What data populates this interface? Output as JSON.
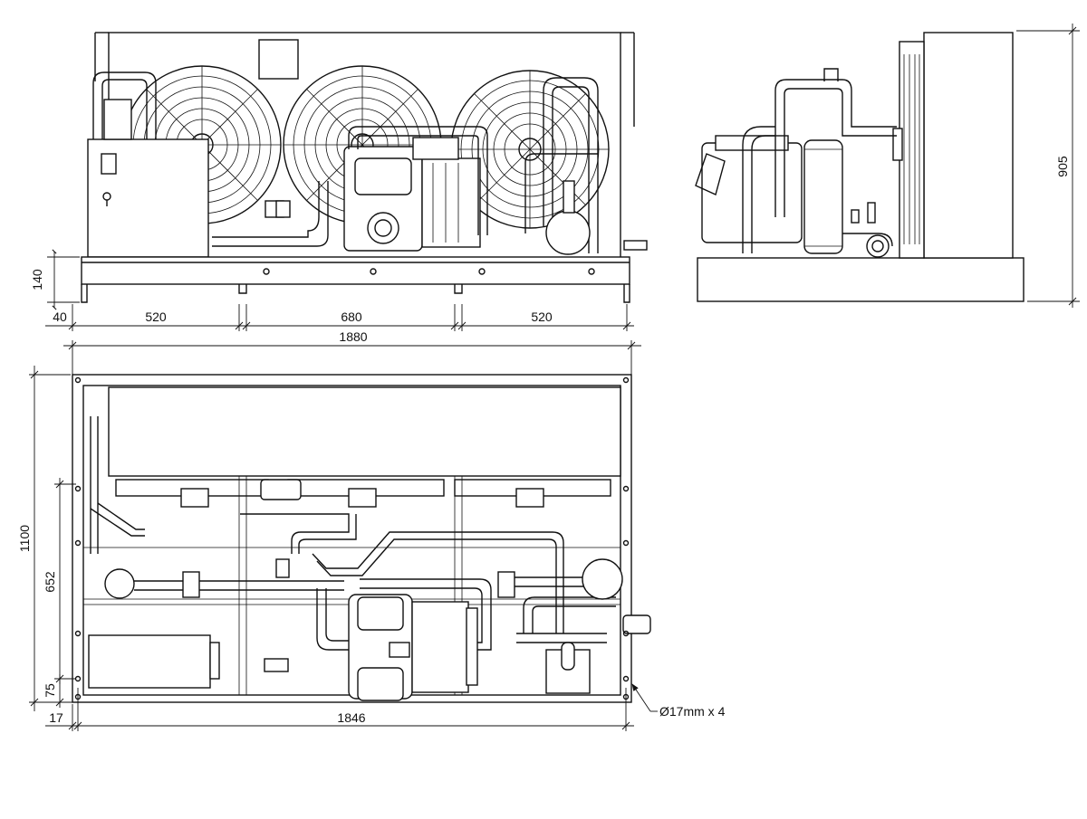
{
  "drawing": {
    "front_view": {
      "dim_height_base": "140",
      "dim_left_offset": "40",
      "dim_span_left": "520",
      "dim_span_mid": "680",
      "dim_span_right": "520",
      "dim_total_length": "1880"
    },
    "side_view": {
      "dim_height": "905"
    },
    "top_view": {
      "dim_depth": "1100",
      "dim_hole_spacing": "652",
      "dim_hole_offset_y": "75",
      "dim_hole_offset_x": "17",
      "dim_hole_span": "1846",
      "note_holes": "Ø17mm x 4"
    }
  }
}
